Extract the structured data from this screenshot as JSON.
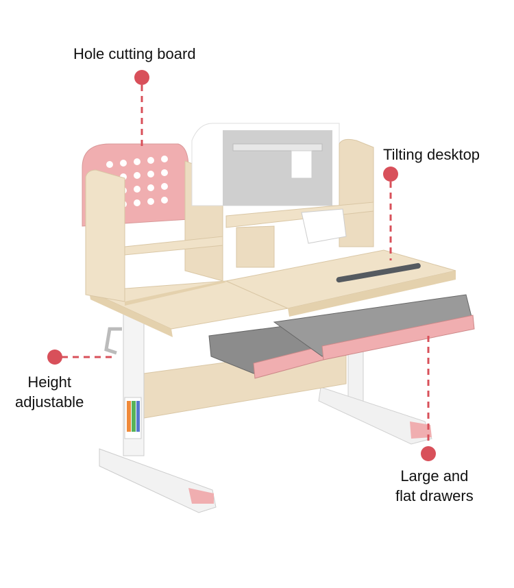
{
  "callouts": {
    "hole_board": "Hole cutting board",
    "tilting": "Tilting desktop",
    "height_line1": "Height",
    "height_line2": "adjustable",
    "drawers_line1": "Large and",
    "drawers_line2": "flat drawers"
  },
  "colors": {
    "marker": "#d8505a",
    "wood": "#ecdcc0",
    "pink": "#f0aeb0",
    "frame": "#f2f2f2",
    "felt": "#cfcfcf",
    "drawer_tray": "#8c8c8c"
  }
}
